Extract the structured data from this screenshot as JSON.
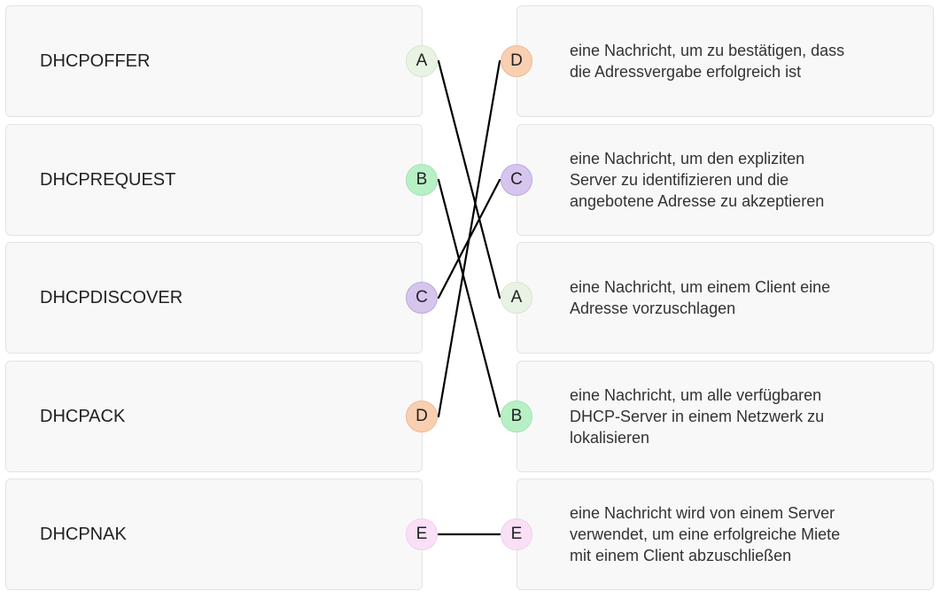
{
  "left_items": [
    {
      "id": "A",
      "label": "DHCPOFFER",
      "color": "#e9f3e4",
      "border": "#d6e6cf"
    },
    {
      "id": "B",
      "label": "DHCPREQUEST",
      "color": "#b8f0c6",
      "border": "#a2e2b2"
    },
    {
      "id": "C",
      "label": "DHCPDISCOVER",
      "color": "#d6c6ee",
      "border": "#bba6e0"
    },
    {
      "id": "D",
      "label": "DHCPACK",
      "color": "#f9cfb1",
      "border": "#f0b893"
    },
    {
      "id": "E",
      "label": "DHCPNAK",
      "color": "#fae0f6",
      "border": "#f2cdec"
    }
  ],
  "right_items": [
    {
      "id": "D",
      "color": "#f9cfb1",
      "border": "#f0b893",
      "lines": [
        "eine Nachricht, um zu bestätigen, dass",
        "die Adressvergabe erfolgreich ist"
      ]
    },
    {
      "id": "C",
      "color": "#d6c6ee",
      "border": "#bba6e0",
      "lines": [
        "eine Nachricht, um den expliziten",
        "Server zu identifizieren und die",
        "angebotene Adresse zu akzeptieren"
      ]
    },
    {
      "id": "A",
      "color": "#e9f3e4",
      "border": "#d6e6cf",
      "lines": [
        "eine Nachricht, um einem Client eine",
        "Adresse vorzuschlagen"
      ]
    },
    {
      "id": "B",
      "color": "#b8f0c6",
      "border": "#a2e2b2",
      "lines": [
        "eine Nachricht, um alle verfügbaren",
        "DHCP-Server in einem Netzwerk zu",
        "lokalisieren"
      ]
    },
    {
      "id": "E",
      "color": "#fae0f6",
      "border": "#f2cdec",
      "lines": [
        "eine Nachricht wird von einem Server",
        "verwendet, um eine erfolgreiche Miete",
        "mit einem Client abzuschließen"
      ]
    }
  ],
  "connections": [
    {
      "from": "A",
      "to": "A"
    },
    {
      "from": "B",
      "to": "B"
    },
    {
      "from": "C",
      "to": "C"
    },
    {
      "from": "D",
      "to": "D"
    },
    {
      "from": "E",
      "to": "E"
    }
  ],
  "line_color": "#000000"
}
